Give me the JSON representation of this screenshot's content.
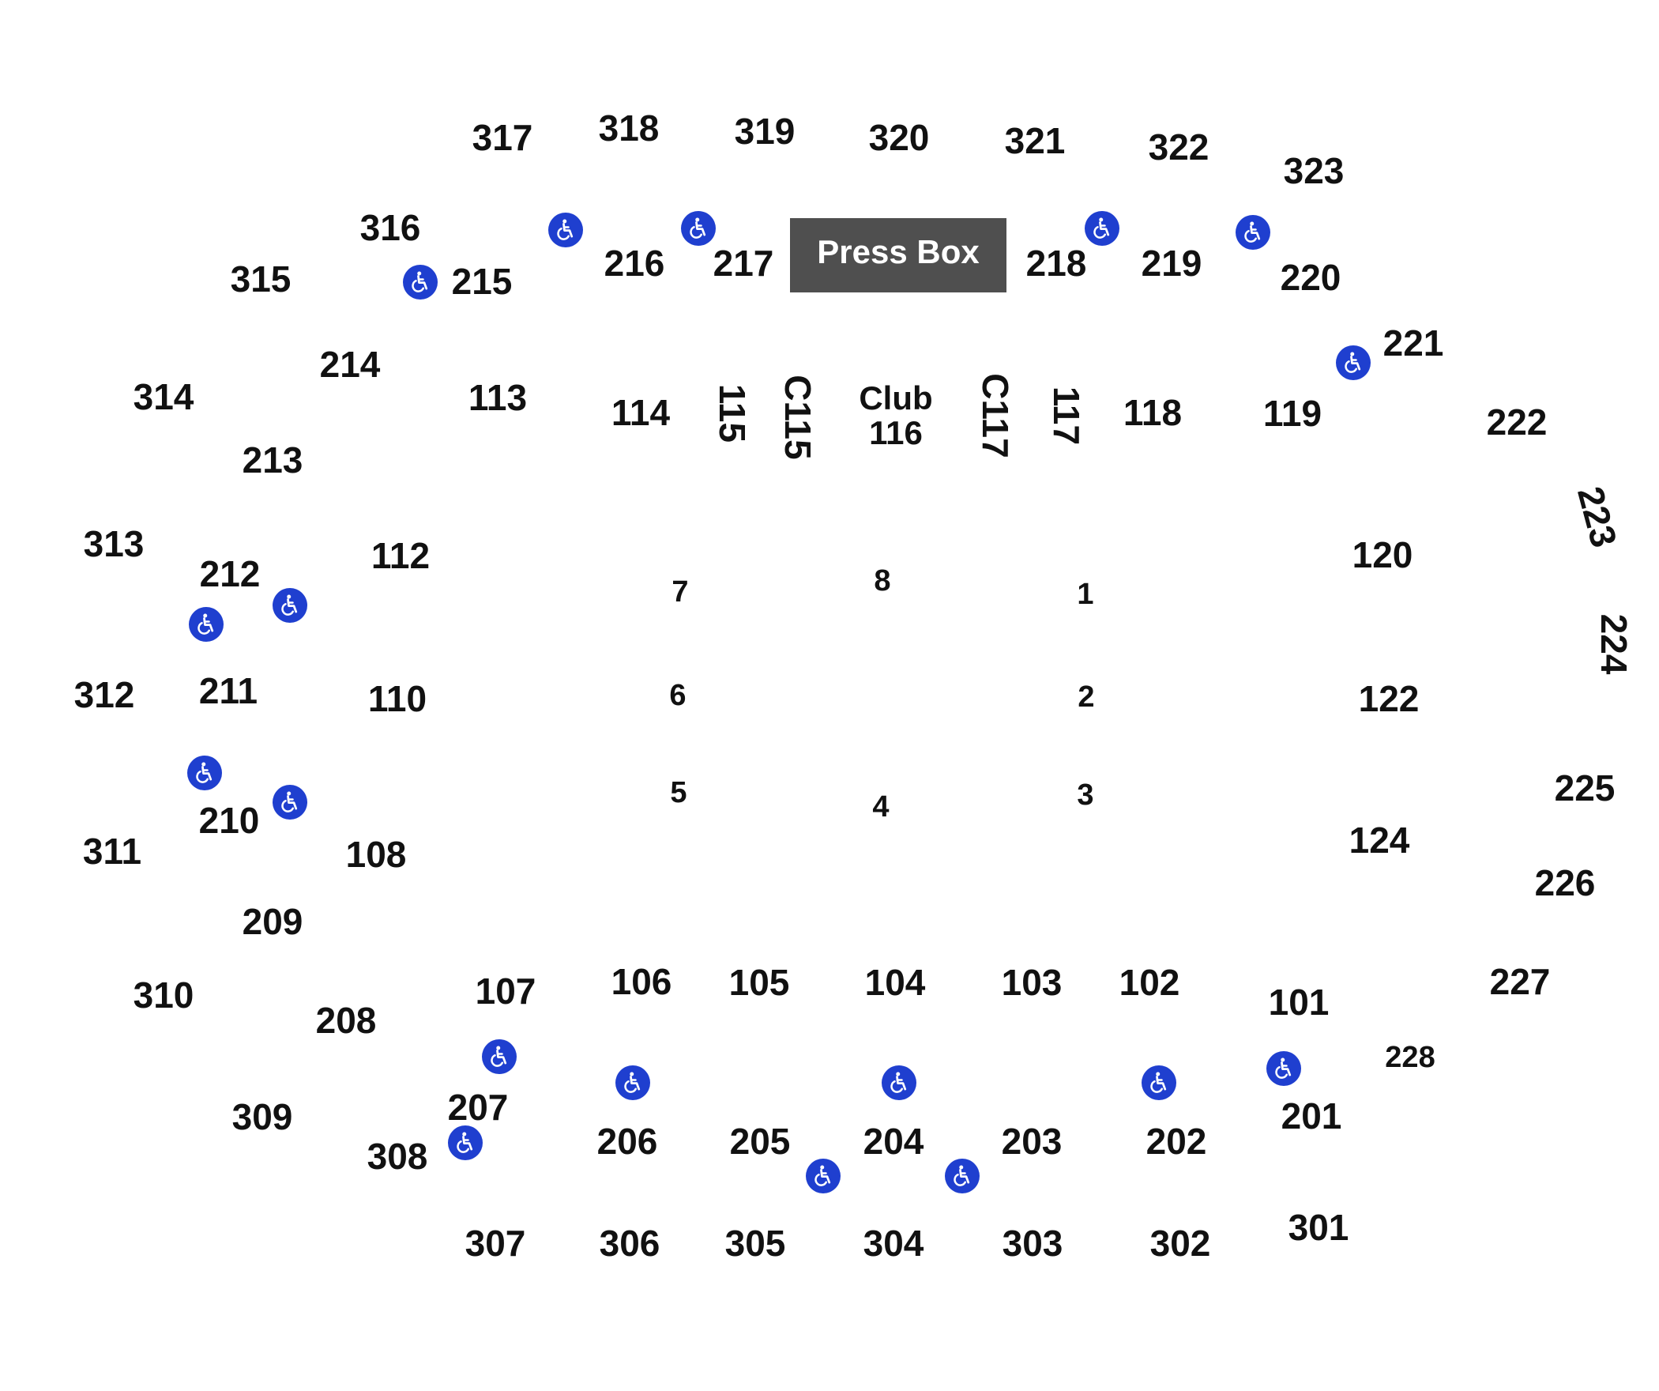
{
  "press_box": "Press Box",
  "club": {
    "line1": "Club",
    "line2": "116"
  },
  "icons": {
    "accessible": "wheelchair-icon",
    "color": "#1f3fcf"
  },
  "sections": [
    {
      "label": "317"
    },
    {
      "label": "318"
    },
    {
      "label": "319"
    },
    {
      "label": "320"
    },
    {
      "label": "321"
    },
    {
      "label": "322"
    },
    {
      "label": "323"
    },
    {
      "label": "316"
    },
    {
      "label": "315"
    },
    {
      "label": "215"
    },
    {
      "label": "216"
    },
    {
      "label": "217"
    },
    {
      "label": "218"
    },
    {
      "label": "219"
    },
    {
      "label": "220"
    },
    {
      "label": "221"
    },
    {
      "label": "214"
    },
    {
      "label": "314"
    },
    {
      "label": "113"
    },
    {
      "label": "114"
    },
    {
      "label": "115"
    },
    {
      "label": "C115"
    },
    {
      "label": "C117"
    },
    {
      "label": "117"
    },
    {
      "label": "118"
    },
    {
      "label": "119"
    },
    {
      "label": "222"
    },
    {
      "label": "213"
    },
    {
      "label": "223"
    },
    {
      "label": "313"
    },
    {
      "label": "212"
    },
    {
      "label": "112"
    },
    {
      "label": "7"
    },
    {
      "label": "8"
    },
    {
      "label": "1"
    },
    {
      "label": "120"
    },
    {
      "label": "224"
    },
    {
      "label": "312"
    },
    {
      "label": "211"
    },
    {
      "label": "110"
    },
    {
      "label": "6"
    },
    {
      "label": "2"
    },
    {
      "label": "122"
    },
    {
      "label": "225"
    },
    {
      "label": "5"
    },
    {
      "label": "4"
    },
    {
      "label": "3"
    },
    {
      "label": "210"
    },
    {
      "label": "311"
    },
    {
      "label": "108"
    },
    {
      "label": "124"
    },
    {
      "label": "226"
    },
    {
      "label": "209"
    },
    {
      "label": "310"
    },
    {
      "label": "208"
    },
    {
      "label": "107"
    },
    {
      "label": "106"
    },
    {
      "label": "105"
    },
    {
      "label": "104"
    },
    {
      "label": "103"
    },
    {
      "label": "102"
    },
    {
      "label": "101"
    },
    {
      "label": "227"
    },
    {
      "label": "228"
    },
    {
      "label": "309"
    },
    {
      "label": "207"
    },
    {
      "label": "308"
    },
    {
      "label": "206"
    },
    {
      "label": "205"
    },
    {
      "label": "204"
    },
    {
      "label": "203"
    },
    {
      "label": "202"
    },
    {
      "label": "201"
    },
    {
      "label": "307"
    },
    {
      "label": "306"
    },
    {
      "label": "305"
    },
    {
      "label": "304"
    },
    {
      "label": "303"
    },
    {
      "label": "302"
    },
    {
      "label": "301"
    }
  ]
}
